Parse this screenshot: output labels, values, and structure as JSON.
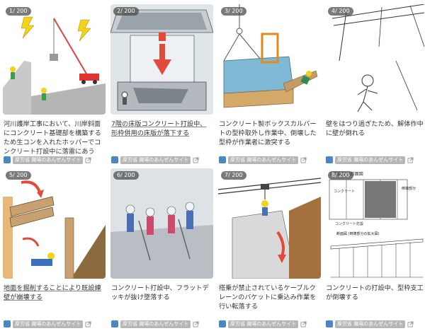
{
  "source_label": "厚労省 職場のあんぜんサイト",
  "items": [
    {
      "badge": "1/ 200",
      "caption": "河川護岸工事において、川岸斜面にコンクリート基礎部を構築するため生コンを入れたホッパーでコンクリート打設中に落雷にあう",
      "linked": false
    },
    {
      "badge": "2/ 200",
      "caption": "7階の床版コンクリート打設中、形枠併用の床版が落下する",
      "linked": true
    },
    {
      "badge": "3/ 200",
      "caption": "コンクリート製ボックスカルバートの型枠取外し作業中、倒壊した型枠が作業者に激突する",
      "linked": false
    },
    {
      "badge": "4/ 200",
      "caption": "壁をはつり過ぎたため、解体作中に壁が倒れる",
      "linked": false
    },
    {
      "badge": "5/ 200",
      "caption": "地面を掘削することにより既設練壁が崩壊する",
      "linked": true
    },
    {
      "badge": "6/ 200",
      "caption": "コンクリート打設中、フラットデッキが抜け墜落する",
      "linked": false
    },
    {
      "badge": "7/ 200",
      "caption": "搭乗が禁止されているケーブルクレーンのバケットに乗込み作業を行い転落する",
      "linked": false
    },
    {
      "badge": "8/ 200",
      "caption": "コンクリートの打設中、型枠支工が倒壊する",
      "linked": false
    }
  ],
  "figure_text": {
    "item8_heading": "1  立面及び断面図",
    "item8_label_concrete": "コンクリート",
    "item8_label_fallen": "倒壊部分",
    "item8_label_slab": "コンクリート打設",
    "item8_label_section": "断面図  (倒壊部分の拡大図)"
  },
  "colors": {
    "badge_bg": "#464646",
    "caption_text": "#333333",
    "source_bg": "#b6b6b6",
    "source_logo": "#4a86c7"
  }
}
